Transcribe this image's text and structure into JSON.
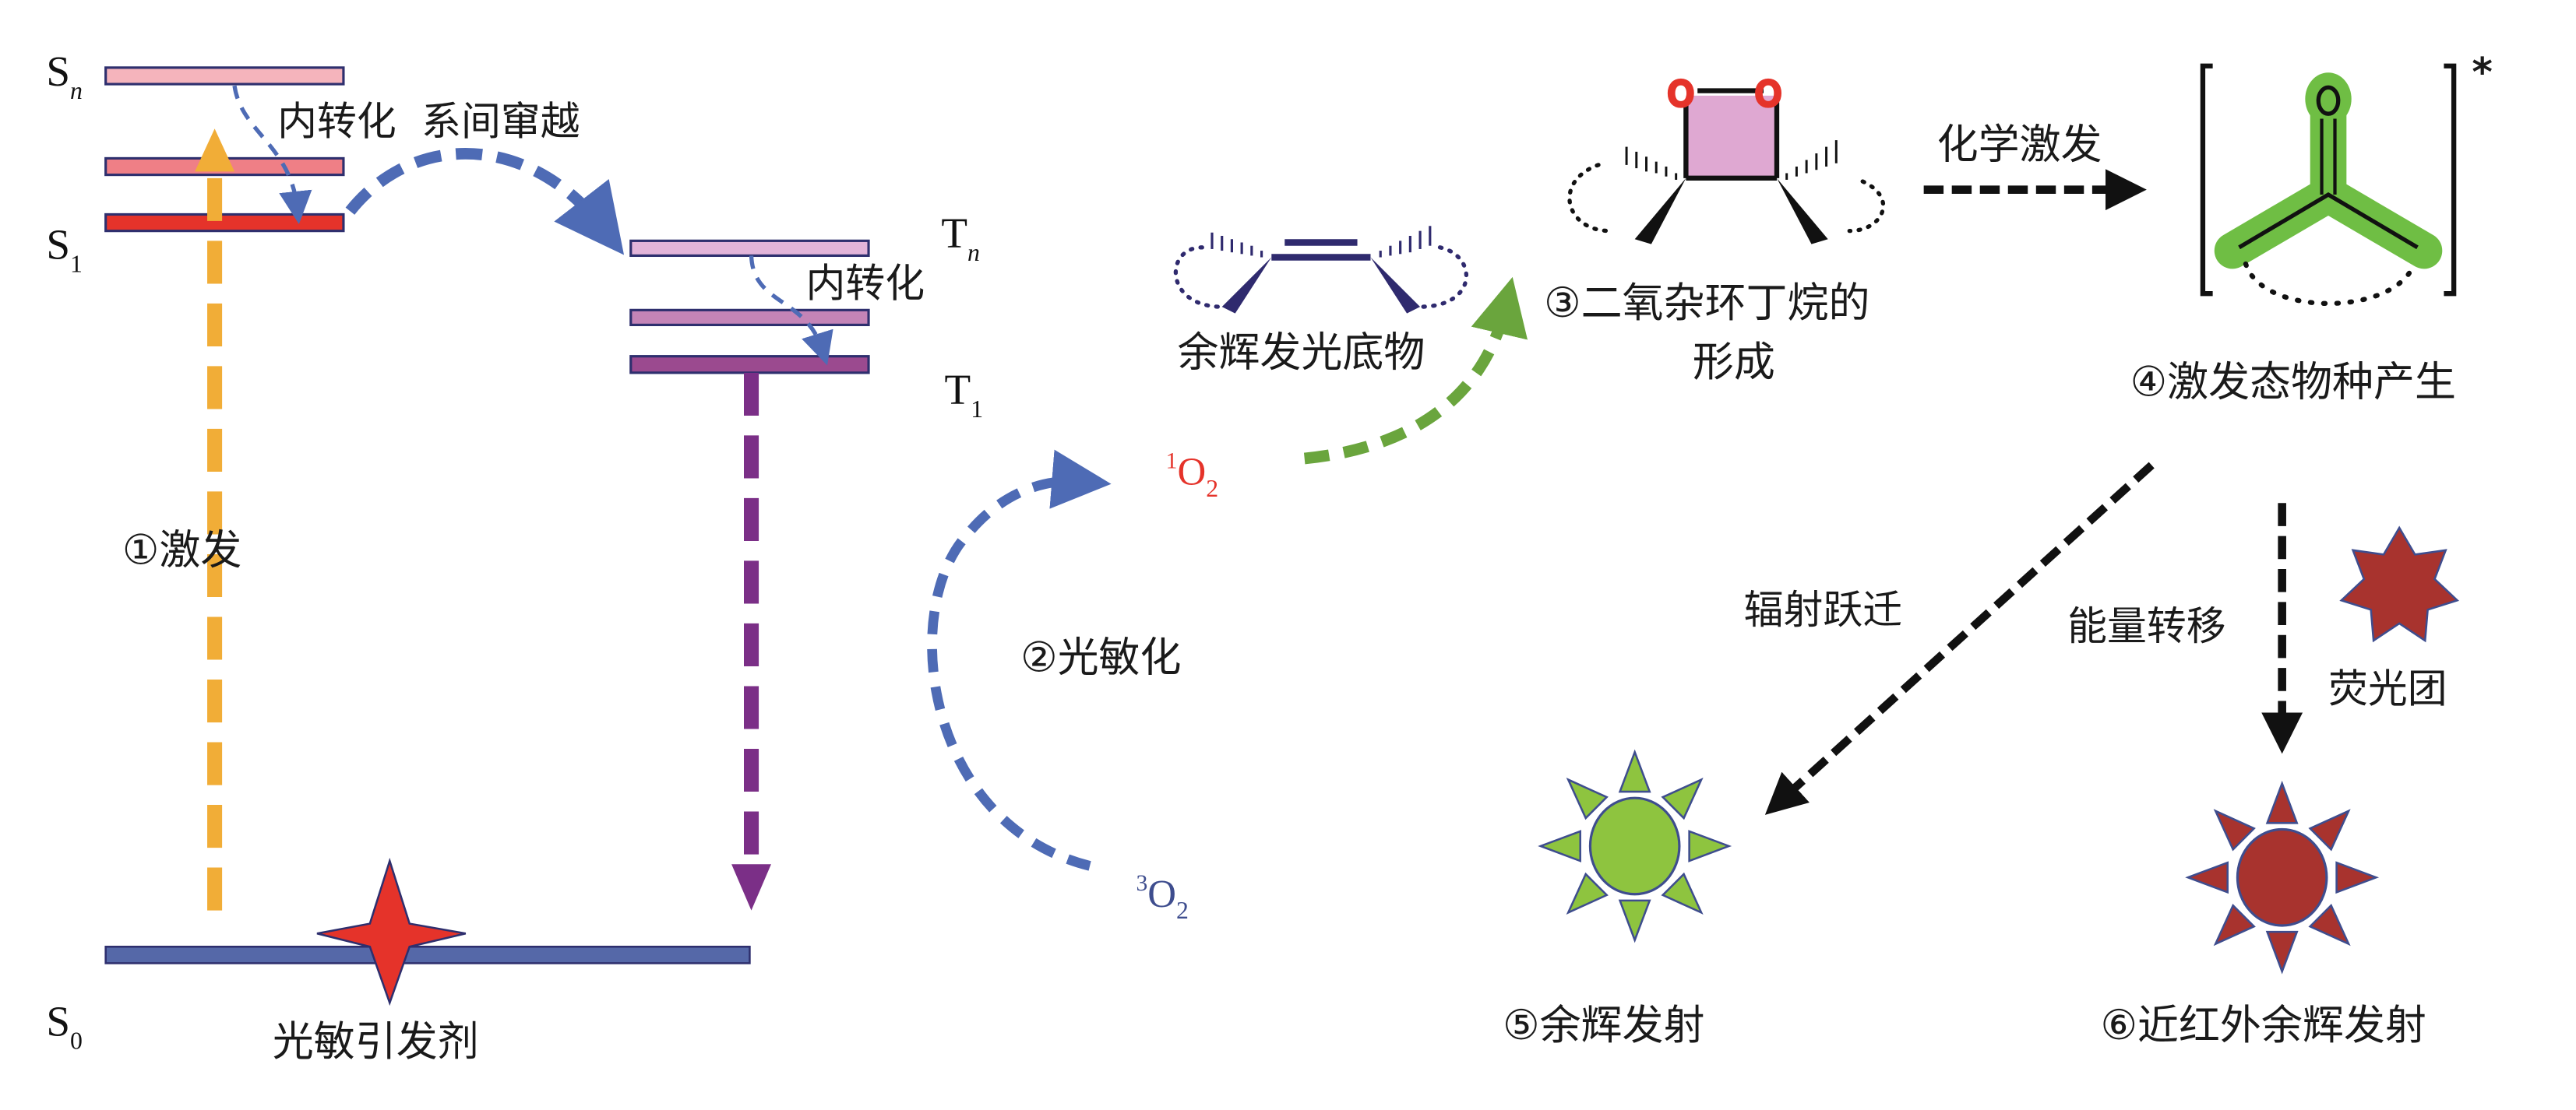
{
  "title": "余辉发光机理示意图",
  "energy_levels": {
    "singlet": {
      "Sn": {
        "symbol": "S",
        "sub": "n"
      },
      "S1": {
        "symbol": "S",
        "sub": "1"
      },
      "S0": {
        "symbol": "S",
        "sub": "0"
      }
    },
    "triplet": {
      "Tn": {
        "symbol": "T",
        "sub": "n"
      },
      "T1": {
        "symbol": "T",
        "sub": "1"
      }
    }
  },
  "labels": {
    "internal_conversion_isc": "内转化  系间窜越",
    "internal_conversion_triplet": "内转化",
    "step1_excitation": "①激发",
    "photosensitizer": "光敏引发剂",
    "step2_photosensitization": "②光敏化",
    "singlet_oxygen": {
      "pre": "1",
      "main": "O",
      "sub": "2"
    },
    "triplet_oxygen": {
      "pre": "3",
      "main": "O",
      "sub": "2"
    },
    "afterglow_substrate": "余辉发光底物",
    "step3_line1": "③二氧杂环丁烷的",
    "step3_line2": "形成",
    "chemical_excitation": "化学激发",
    "step4_excited_species": "④激发态物种产生",
    "excited_marker": "*",
    "dioxetane_o_left": "O",
    "dioxetane_o_right": "O",
    "carbonyl_o": "O",
    "radiative_transition": "辐射跃迁",
    "energy_transfer": "能量转移",
    "fluorophore": "荧光团",
    "step5_afterglow_emission": "⑤余辉发射",
    "step6_nir_afterglow_emission": "⑥近红外余辉发射"
  },
  "colors": {
    "Sn_level": "#f5b4bc",
    "S_mid_level": "#ef7f86",
    "S1_level": "#e5332a",
    "Tn_level": "#e2b4d9",
    "T_mid_level": "#c484b7",
    "T1_level": "#9b4a8f",
    "S0_level": "#5568a8",
    "level_border": "#2e2f6e",
    "excitation_arrow": "#f1ad37",
    "phosphorescence_arrow": "#7b2f87",
    "isc_arrow": "#4e6bb5",
    "sensitization_arrow": "#4e6bb5",
    "oxidation_arrow": "#6aa53d",
    "singlet_oxygen_text": "#e5332a",
    "triplet_oxygen_text": "#3e4d8e",
    "photosensitizer_star": "#e5332a",
    "substrate": "#2f2a6e",
    "dioxetane_ring": "#dfa8d2",
    "dioxetane_oxygen": "#e5332a",
    "carbonyl_glow": "#6fbe44",
    "afterglow_sun": "#8ec43f",
    "nir_sun": "#a8332e",
    "fluorophore_star": "#a8332e",
    "black_arrows": "#111111"
  }
}
